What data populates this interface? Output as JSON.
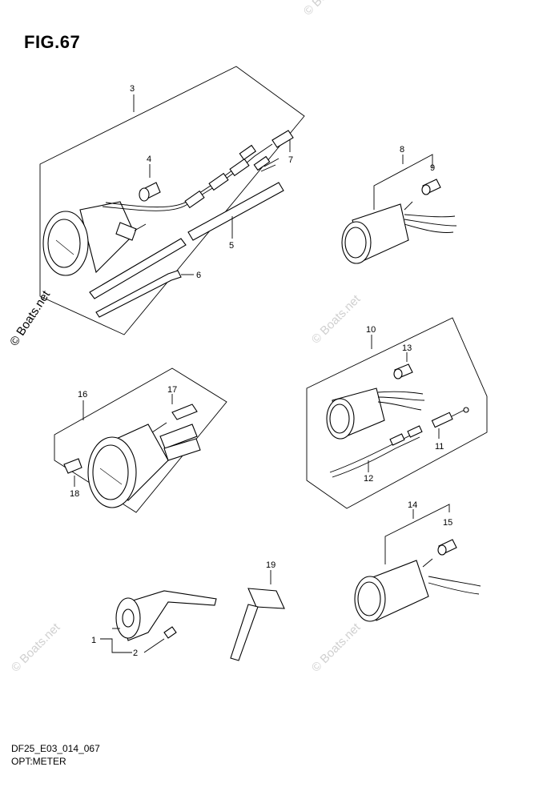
{
  "figure": {
    "title": "FIG.67",
    "code": "DF25_E03_014_067",
    "name": "OPT:METER"
  },
  "watermark": {
    "text": "© Boats.net"
  },
  "callouts": {
    "c1": "1",
    "c2": "2",
    "c3": "3",
    "c4": "4",
    "c5": "5",
    "c6": "6",
    "c7": "7",
    "c8": "8",
    "c9": "9",
    "c10": "10",
    "c11": "11",
    "c12": "12",
    "c13": "13",
    "c14": "14",
    "c15": "15",
    "c16": "16",
    "c17": "17",
    "c18": "18",
    "c19": "19"
  }
}
